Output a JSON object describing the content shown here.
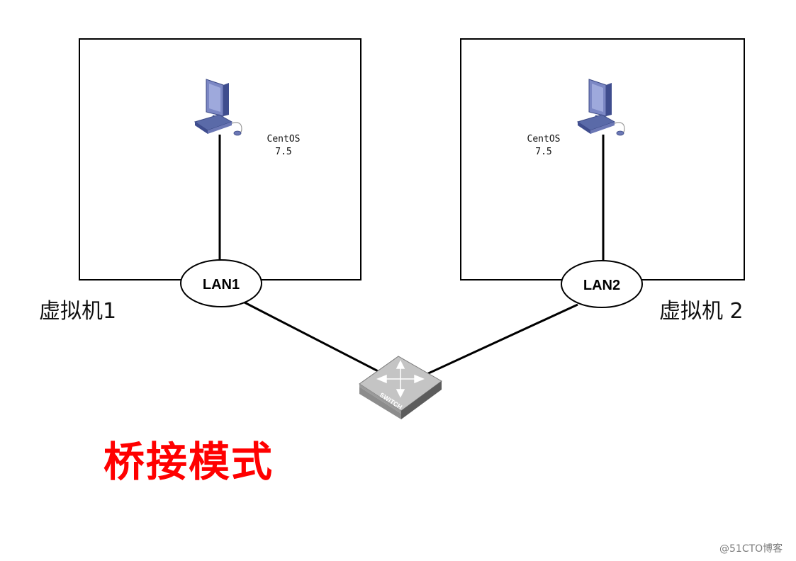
{
  "vm1": {
    "label": "虚拟机1",
    "os_name": "CentOS",
    "os_version": "7.5",
    "lan": "LAN1",
    "icon": "desktop-computer-icon"
  },
  "vm2": {
    "label": "虚拟机 2",
    "os_name": "CentOS",
    "os_version": "7.5",
    "lan": "LAN2",
    "icon": "desktop-computer-icon"
  },
  "switch": {
    "label": "SWITCH",
    "icon": "network-switch-icon"
  },
  "mode_title": "桥接模式",
  "watermark": "@51CTO博客",
  "colors": {
    "title": "#ff0000",
    "monitor": "#5a6aa8",
    "switch": "#8c8c8c",
    "line": "#000000"
  }
}
